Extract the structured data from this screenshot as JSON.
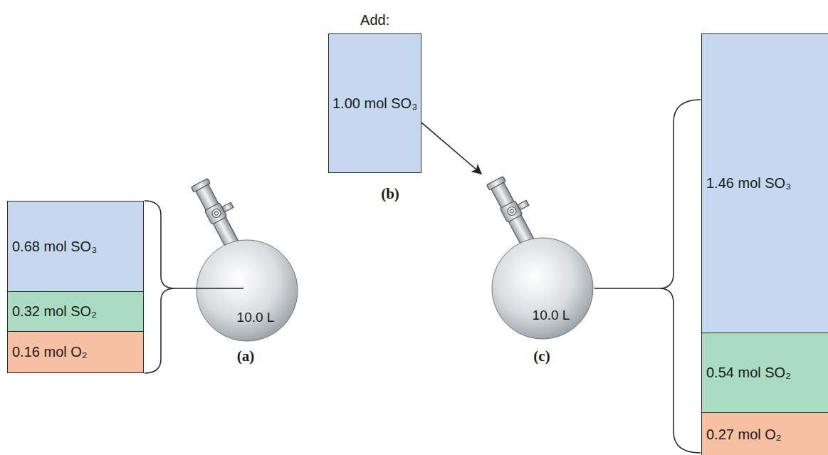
{
  "diagram": {
    "nodes": [
      {
        "text": [
          "0.68 mol SO₃"
        ]
      },
      {
        "text": [
          "0.32 mol SO₂"
        ]
      },
      {
        "text": [
          "0.16 mol O₂"
        ]
      },
      {
        "text": [
          "10.0 L"
        ]
      },
      {
        "text": [
          "Add:",
          "1.00 mol SO₃"
        ]
      },
      {
        "text": [
          "10.0 L"
        ]
      },
      {
        "text": [
          "1.46 mol SO₃"
        ]
      },
      {
        "text": [
          "0.54 mol SO₂"
        ]
      },
      {
        "text": [
          "0.27 mol O₂"
        ]
      }
    ],
    "edges": [
      {
        "from": 4,
        "to": 5,
        "arrow": "to"
      }
    ],
    "labels": [
      "(a)",
      "(b)",
      "(c)"
    ]
  }
}
